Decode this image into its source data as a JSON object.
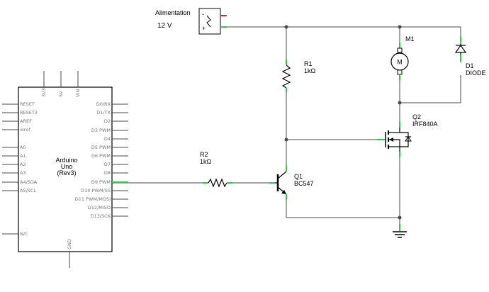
{
  "supply": {
    "name": "Alimentation",
    "voltage": "12 V"
  },
  "arduino": {
    "title": [
      "Arduino",
      "Uno",
      "(Rev3)"
    ],
    "left_pins": [
      "RESET",
      "RESET2",
      "AREF",
      "ioref",
      "A0",
      "A1",
      "A2",
      "A3",
      "A4/SDA",
      "A5/SCL",
      "N/C"
    ],
    "right_pins": [
      "D0/RX",
      "D1/TX",
      "D2",
      "D3 PWM",
      "D4",
      "D5 PWM",
      "D6 PWM",
      "D7",
      "D8",
      "D9 PWM",
      "D10 PWM/SS",
      "D11 PWM/MOSI",
      "D12/MISO",
      "D13/SCK"
    ],
    "top_pins": [
      "3V3",
      "5V",
      "VIN"
    ],
    "bottom_pin": "GND"
  },
  "r1": {
    "ref": "R1",
    "value": "1kΩ"
  },
  "r2": {
    "ref": "R2",
    "value": "1kΩ"
  },
  "q1": {
    "ref": "Q1",
    "value": "BC547"
  },
  "q2": {
    "ref": "Q2",
    "value": "IRF840A"
  },
  "m1": {
    "ref": "M1",
    "symbol": "M"
  },
  "d1": {
    "ref": "D1",
    "value": "DIODE"
  },
  "colors": {
    "wire": "#4a4a4a",
    "pin_end": "#2ecc40",
    "plus_pin": "#e02020"
  }
}
